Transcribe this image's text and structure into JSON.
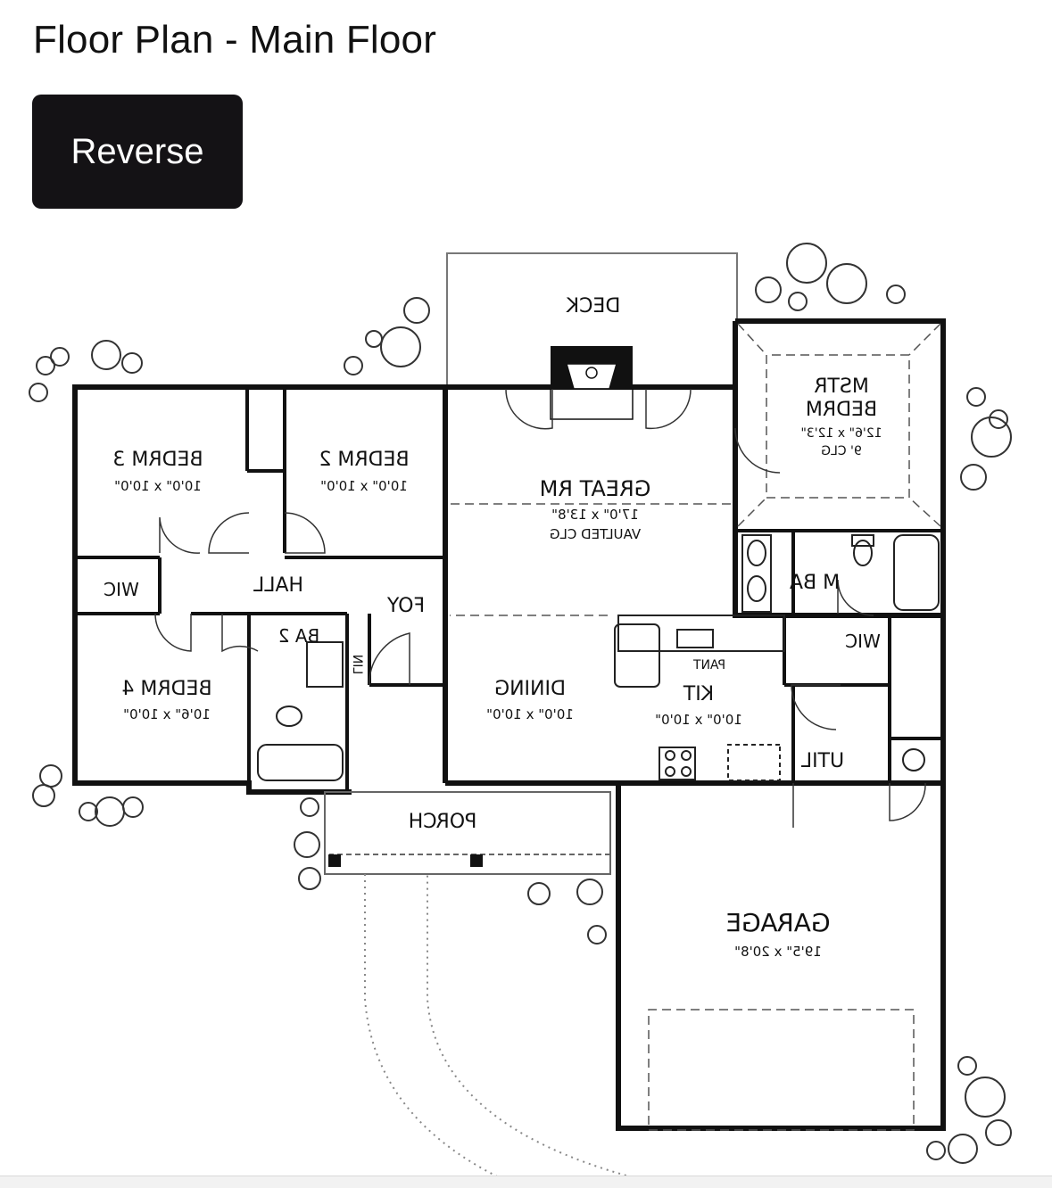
{
  "header": {
    "title": "Floor Plan - Main Floor"
  },
  "controls": {
    "reverse_label": "Reverse"
  },
  "plan": {
    "rooms": {
      "deck": {
        "name": "DECK"
      },
      "great_rm": {
        "name": "GREAT RM",
        "size": "17'0\" x 13'8\"",
        "note": "VAULTED CLG"
      },
      "mstr_bedrm": {
        "name1": "MSTR",
        "name2": "BEDRM",
        "size": "12'6\" x 12'3\"",
        "note": "9' CLG"
      },
      "bedrm2": {
        "name": "BEDRM 2",
        "size": "10'0\" x 10'0\""
      },
      "bedrm3": {
        "name": "BEDRM 3",
        "size": "10'0\" x 10'0\""
      },
      "bedrm4": {
        "name": "BEDRM 4",
        "size": "10'6\" x 10'0\""
      },
      "hall": {
        "name": "HALL"
      },
      "wic_left": {
        "name": "WIC"
      },
      "foy": {
        "name": "FOY"
      },
      "ba2": {
        "name": "BA 2"
      },
      "lin": {
        "name": "LIN"
      },
      "dining": {
        "name": "DINING",
        "size": "10'0\" x 10'0\""
      },
      "kit": {
        "name": "KIT",
        "size": "10'0\" x 10'0\""
      },
      "pant": {
        "name": "PANT"
      },
      "m_ba": {
        "name": "M BA"
      },
      "wic_right": {
        "name": "WIC"
      },
      "util": {
        "name": "UTIL"
      },
      "porch": {
        "name": "PORCH"
      },
      "garage": {
        "name": "GARAGE",
        "size": "19'5\" x 20'8\""
      }
    }
  }
}
